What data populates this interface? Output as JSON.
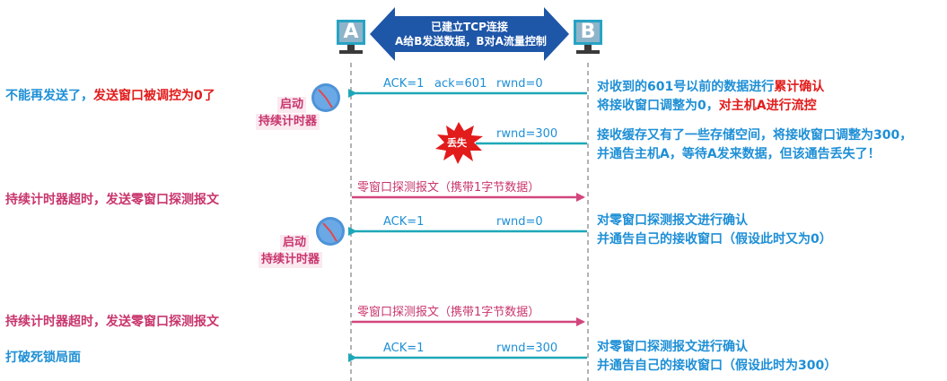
{
  "hosts": {
    "a": "A",
    "b": "B"
  },
  "banner": {
    "line1": "已建立TCP连接",
    "line2": "A给B发送数据，B对A流量控制"
  },
  "left": {
    "note1_a": "不能再发送了，",
    "note1_b": "发送窗口被调控为0了",
    "note2": "持续计时器超时，发送零窗口探测报文",
    "note3": "持续计时器超时，发送零窗口探测报文",
    "note4": "打破死锁局面"
  },
  "timers": [
    {
      "line1": "启动",
      "line2": "持续计时器"
    },
    {
      "line1": "启动",
      "line2": "持续计时器"
    }
  ],
  "messages": {
    "m1": {
      "ack": "ACK=1",
      "acknum": "ack=601",
      "rwnd": "rwnd=0"
    },
    "m2": {
      "rwnd": "rwnd=300",
      "lost_label": "丢失"
    },
    "m3": {
      "label": "零窗口探测报文（携带1字节数据）"
    },
    "m4": {
      "ack": "ACK=1",
      "rwnd": "rwnd=0"
    },
    "m5": {
      "label": "零窗口探测报文（携带1字节数据）"
    },
    "m6": {
      "ack": "ACK=1",
      "rwnd": "rwnd=300"
    }
  },
  "right": {
    "r1_l1_a": "对收到的601号以前的数据进行",
    "r1_l1_b": "累计确认",
    "r1_l2_a": "将接收窗口调整为0，",
    "r1_l2_b": "对主机A进行流控",
    "r2_l1": "接收缓存又有了一些存储空间，将接收窗口调整为300，",
    "r2_l2": "并通告主机A，等待A发来数据，但该通告丢失了！",
    "r3_l1": "对零窗口探测报文进行确认",
    "r3_l2": "并通告自己的接收窗口（假设此时又为0）",
    "r4_l1": "对零窗口探测报文进行确认",
    "r4_l2": "并通告自己的接收窗口（假设此时为300）"
  },
  "colors": {
    "blue_arrow": "#1ea7b8",
    "pink_arrow": "#d2467d",
    "note_blue": "#1e8fd6",
    "note_red": "#e21b1b",
    "note_pink": "#c8356c",
    "banner": "#1e56a8"
  }
}
